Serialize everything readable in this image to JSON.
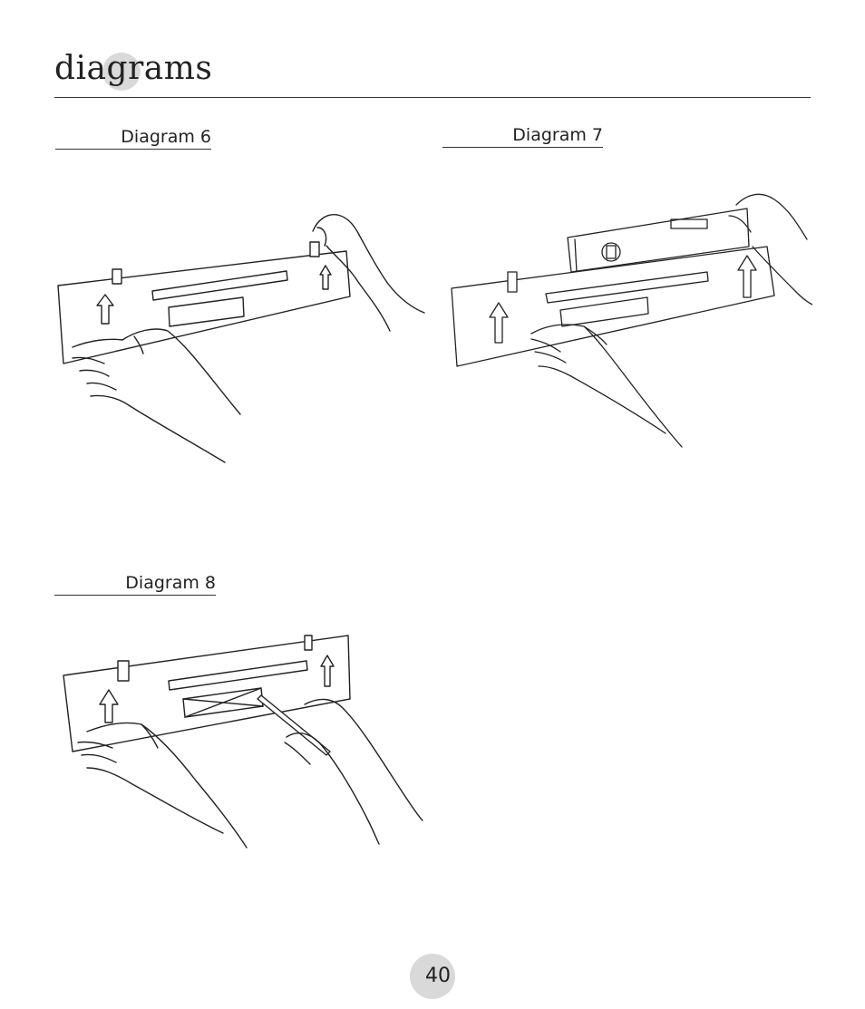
{
  "page": {
    "title": "diagrams",
    "page_number": "40"
  },
  "diagrams": [
    {
      "caption": "Diagram 6"
    },
    {
      "caption": "Diagram 7"
    },
    {
      "caption": "Diagram 8"
    }
  ]
}
